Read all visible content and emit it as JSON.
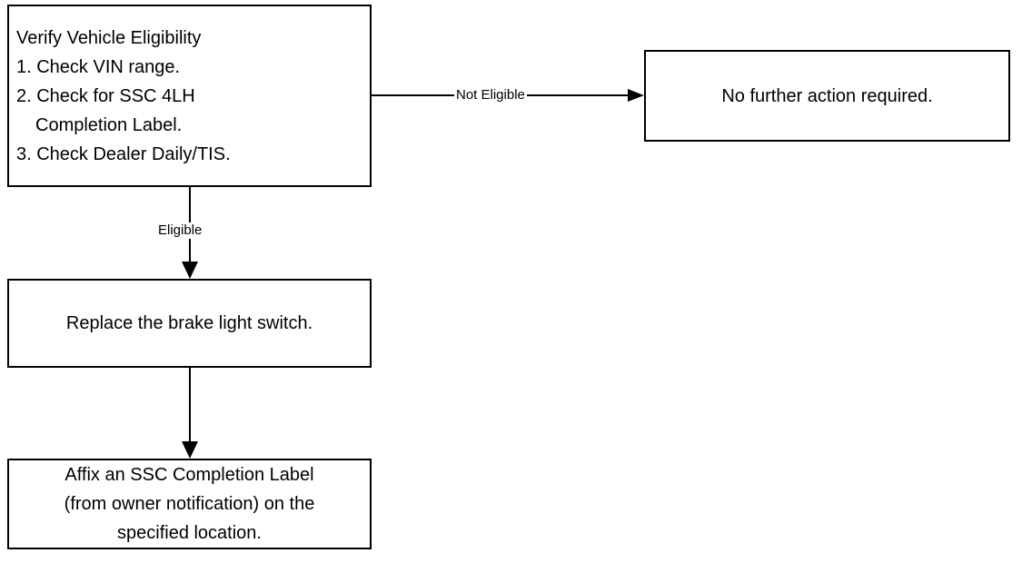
{
  "diagram": {
    "title": "SSC 4LH brake light switch remedy flowchart",
    "type": "flowchart",
    "background_color": "#ffffff",
    "line_color": "#000000",
    "text_color": "#000000",
    "nodes": [
      {
        "id": "verify",
        "name": "verify-vehicle-eligibility",
        "shape": "rectangle",
        "align": "left",
        "lines": [
          "Verify Vehicle Eligibility",
          "1. Check VIN range.",
          "2. Check for SSC 4LH",
          "Completion Label.",
          "3. Check Dealer Daily/TIS."
        ]
      },
      {
        "id": "no-action",
        "name": "no-further-action-required",
        "shape": "rectangle",
        "align": "center",
        "lines": [
          "No further action required."
        ]
      },
      {
        "id": "replace",
        "name": "replace-brake-light-switch",
        "shape": "rectangle",
        "align": "center",
        "lines": [
          "Replace the brake light switch."
        ]
      },
      {
        "id": "affix",
        "name": "affix-ssc-completion-label",
        "shape": "rectangle",
        "align": "center",
        "lines": [
          "Affix an SSC Completion Label",
          "(from owner notification) on the",
          "specified location."
        ]
      }
    ],
    "edges": [
      {
        "id": "edge-not-eligible",
        "from": "verify",
        "to": "no-action",
        "label": "Not Eligible",
        "direction": "right",
        "arrowhead": true
      },
      {
        "id": "edge-eligible",
        "from": "verify",
        "to": "replace",
        "label": "Eligible",
        "direction": "down",
        "arrowhead": true
      },
      {
        "id": "edge-replace-to-affix",
        "from": "replace",
        "to": "affix",
        "label": "",
        "direction": "down",
        "arrowhead": true
      }
    ]
  }
}
